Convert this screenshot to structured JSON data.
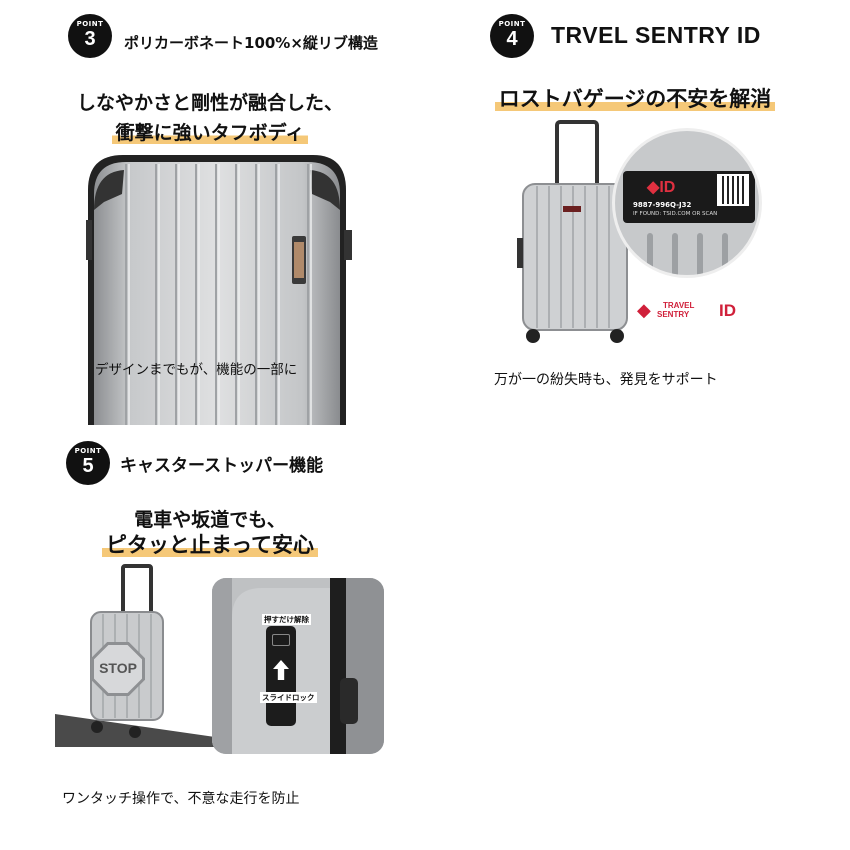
{
  "point3": {
    "badge_label": "POINT",
    "badge_number": "3",
    "title": "ポリカーボネート100%×縦リブ構造",
    "catch_line1": "しなやかさと剛性が融合した、",
    "catch_line2": "衝撃に強いタフボディ",
    "overlay_text": "デザインまでもが、機能の一部に"
  },
  "point4": {
    "badge_label": "POINT",
    "badge_number": "4",
    "title": "TRVEL SENTRY ID",
    "catch": "ロストバゲージの不安を解消",
    "tag_code": "9887-996Q-J32",
    "tag_note": "IF FOUND: TSID.COM OR SCAN",
    "tag_id": "ID",
    "logo_line1": "TRAVEL",
    "logo_line2": "SENTRY",
    "logo_id": "ID",
    "caption": "万が一の紛失時も、発見をサポート"
  },
  "point5": {
    "badge_label": "POINT",
    "badge_number": "5",
    "title": "キャスターストッパー機能",
    "catch_line1": "電車や坂道でも、",
    "catch_line2": "ピタッと止まって安心",
    "stop_sign": "STOP",
    "unlock_label": "押すだけ解除",
    "slide_lock_label": "スライドロック",
    "caption": "ワンタッチ操作で、不意な走行を防止"
  },
  "colors": {
    "highlight": "#f5c878",
    "badge": "#111111",
    "sentry_red": "#d0203a",
    "suitcase_silver": "#c9cbcd"
  }
}
